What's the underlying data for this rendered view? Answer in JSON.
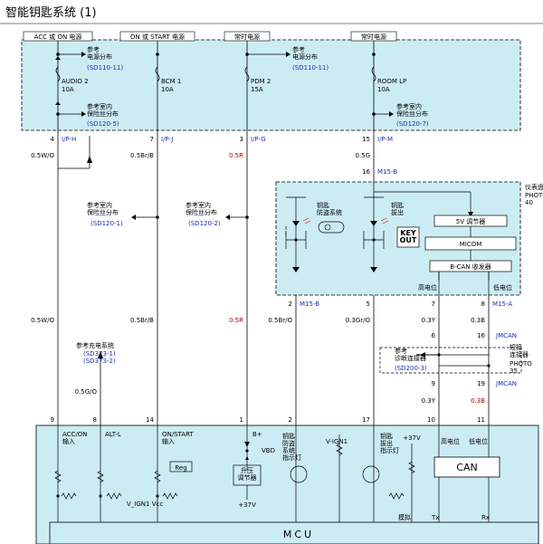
{
  "title": "智能钥匙系统 (1)",
  "headers": [
    {
      "id": "acc_on",
      "label": "ACC 或 ON 电源"
    },
    {
      "id": "on_start",
      "label": "ON 或 START 电源"
    },
    {
      "id": "always1",
      "label": "常时电源"
    },
    {
      "id": "always2",
      "label": "常时电源"
    }
  ],
  "fuses": [
    {
      "name": "AUDIO 2",
      "rating": "10A"
    },
    {
      "name": "BCM 1",
      "rating": "10A"
    },
    {
      "name": "PDM 2",
      "rating": "15A"
    },
    {
      "name": "ROOM LP",
      "rating": "10A"
    }
  ],
  "refs": [
    {
      "text": "参考\n电源分布",
      "code": "(SD110-11)"
    },
    {
      "text": "参考室内\n保险丝分布",
      "code": "(SD120-5)"
    },
    {
      "text": "参考\n电源分布",
      "code": "(SD110-11)"
    },
    {
      "text": "参考室内\n保险丝分布",
      "code": "(SD120-7)"
    },
    {
      "text": "参考室内\n保险丝分布",
      "code": "(SD120-1)"
    },
    {
      "text": "参考室内\n保险丝分布",
      "code": "(SD120-2)"
    },
    {
      "text": "参考充电系统",
      "code": "(SD373-1)\n(SD373-2)"
    },
    {
      "text": "参考\n诊断连接器",
      "code": "(SD200-3)"
    }
  ],
  "pins_top": [
    {
      "num": "4",
      "conn": "I/P-H",
      "wire": "0.5W/O"
    },
    {
      "num": "7",
      "conn": "I/P-J",
      "wire": "0.5Br/B"
    },
    {
      "num": "3",
      "conn": "I/P-G",
      "wire": "0.5R"
    },
    {
      "num": "15",
      "conn": "I/P-M",
      "wire": "0.5G"
    }
  ],
  "module": {
    "pin16": "16",
    "conn16": "M15-B",
    "ant_label": "钥匙\n防盗系统",
    "keyout_label": "钥匙\n拔出",
    "keyout_box": "KEY\nOUT",
    "reg": "5V 调节器",
    "micom": "MICOM",
    "bcan": "B-CAN 收发器",
    "hi": "高电位",
    "lo": "低电位",
    "side_label": "仪表盘",
    "photo": "PHOTO\n40"
  },
  "module_pins": [
    {
      "num": "2",
      "conn": "M15-B"
    },
    {
      "num": "5",
      "conn": ""
    },
    {
      "num": "7",
      "conn": ""
    },
    {
      "num": "8",
      "conn": "M15-A"
    }
  ],
  "mid_wires": [
    {
      "text": "0.5W/O"
    },
    {
      "text": "0.5Br/B"
    },
    {
      "text": "0.5R"
    },
    {
      "text": "0.5Br/O"
    },
    {
      "text": "0.3Gr/O"
    },
    {
      "text": "0.3Y"
    },
    {
      "text": "0.3B"
    }
  ],
  "jmcan": {
    "pin6": "6",
    "pin16": "16",
    "label1": "JMCAN",
    "pin9": "9",
    "pin19": "19",
    "label2": "JMCAN",
    "side": "短接\n连接器",
    "photo": "PHOTO\n35",
    "w1": "0.3Y",
    "w2": "0.3B"
  },
  "alt_wire": "0.5G/O",
  "bottom_pins": [
    "9",
    "8",
    "14",
    "1",
    "2",
    "17",
    "10",
    "11"
  ],
  "ecu": {
    "acc": "ACC/ON\n输入",
    "altl": "ALT-L",
    "onstart": "ON/START\n输入",
    "reg": "Reg",
    "bplus": "B+",
    "vbd": "VBD",
    "boost": "升压\n调节器",
    "v37a": "+37V",
    "v37b": "+37V",
    "vign_l": "V_IGN1 Vcc",
    "vign1": "V-IGN1",
    "ant_ind": "钥匙\n防盗\n系统\n指示灯",
    "keyout_ind": "钥匙\n拔出\n指示灯",
    "analog": "模拟",
    "hi": "高电位",
    "lo": "低电位",
    "can": "CAN",
    "tx": "Tx",
    "rx": "Rx",
    "mcu": "MCU"
  }
}
